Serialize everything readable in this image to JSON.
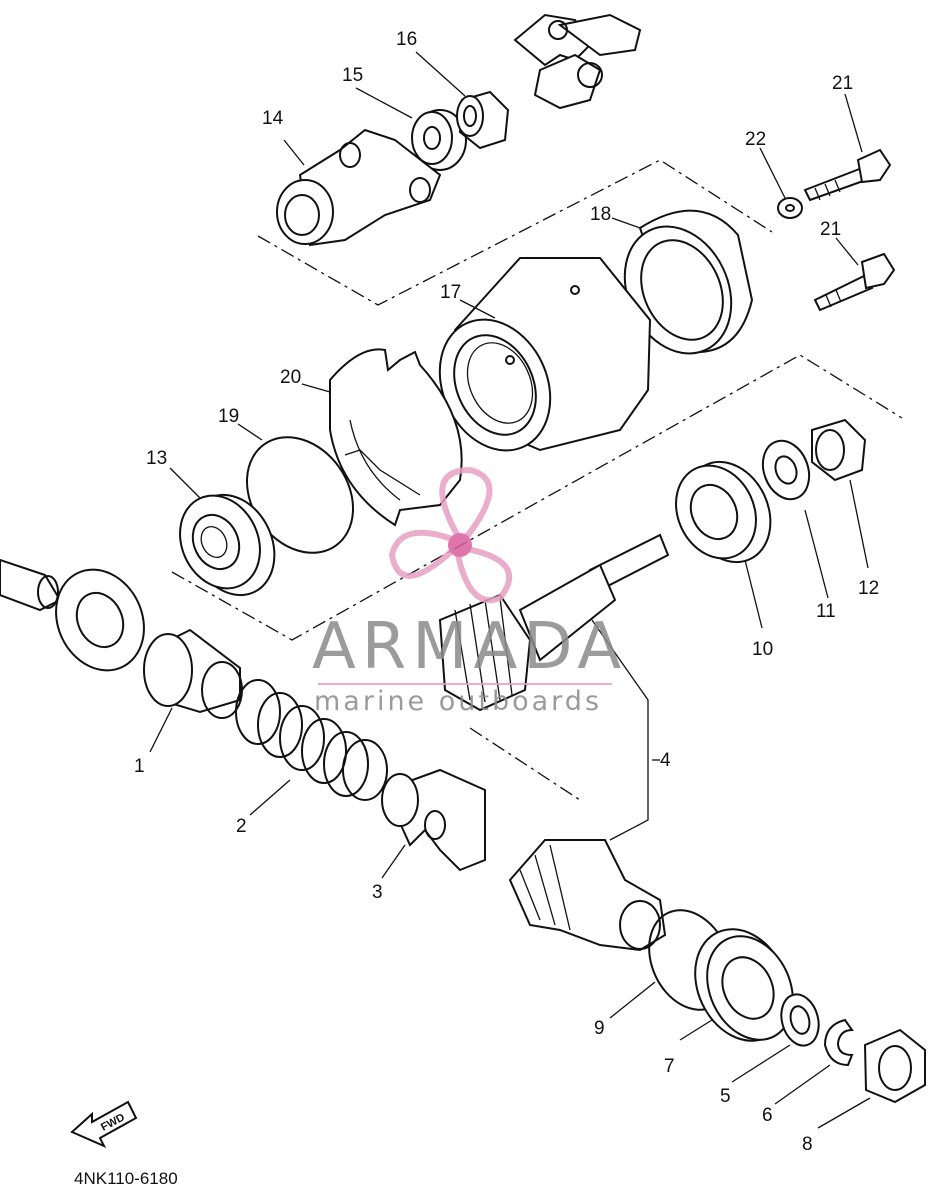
{
  "diagram": {
    "reference_code": "4NK110-6180",
    "fwd_label": "FWD",
    "callouts": [
      "1",
      "2",
      "3",
      "4",
      "5",
      "6",
      "7",
      "8",
      "9",
      "10",
      "11",
      "12",
      "13",
      "14",
      "15",
      "16",
      "17",
      "18",
      "19",
      "20",
      "21",
      "21",
      "22"
    ]
  },
  "watermark": {
    "brand": "ARMADA",
    "tagline": "marine outboards",
    "color_primary": "#8a8a8a",
    "color_accent": "#e7a1c4",
    "color_hub": "#d95f9e"
  }
}
